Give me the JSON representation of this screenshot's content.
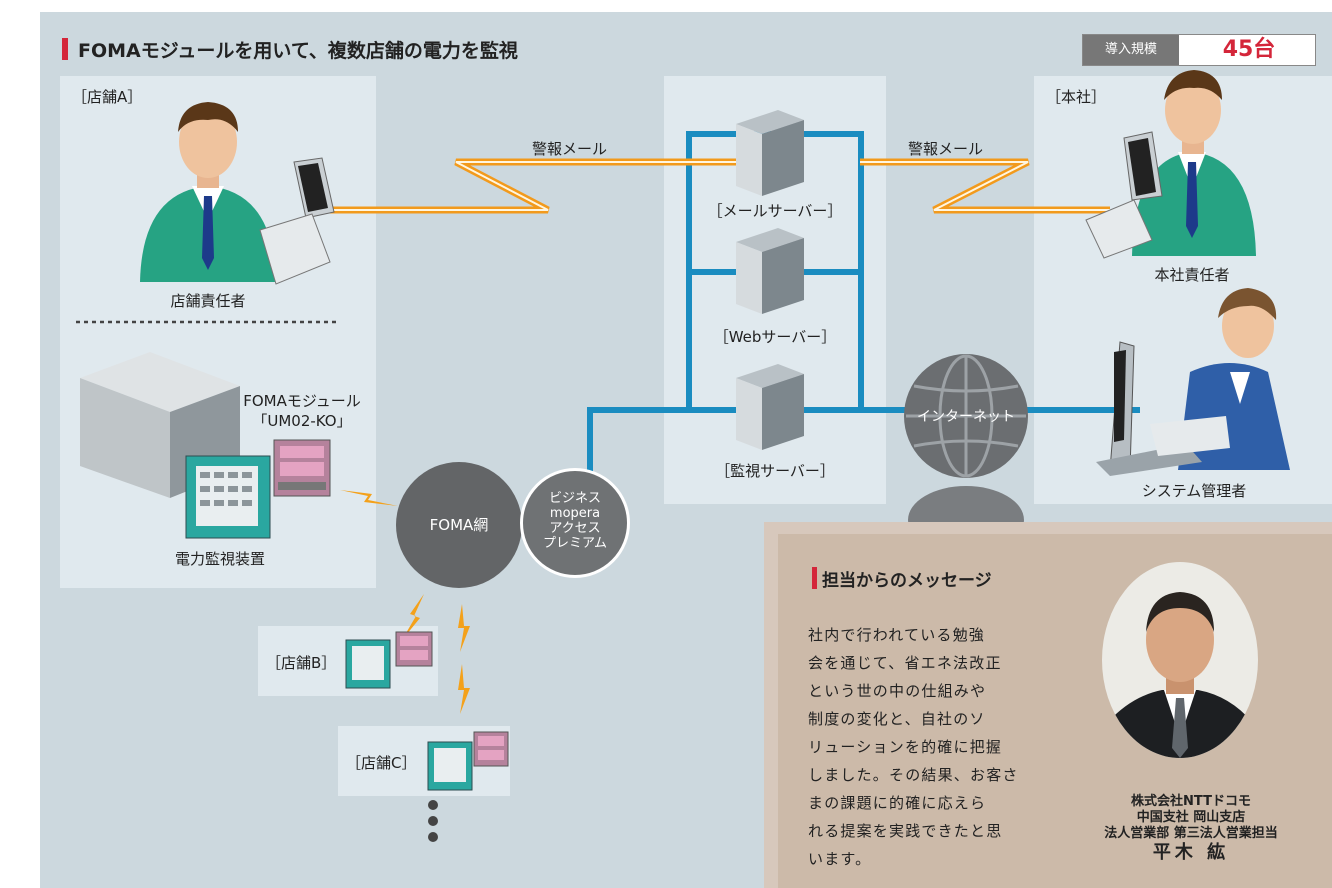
{
  "header": {
    "title": "FOMAモジュールを用いて、複数店舗の電力を監視",
    "scale_label": "導入規模",
    "scale_value": "45台"
  },
  "diagram": {
    "store_a": "［店舗A］",
    "store_manager": "店舗責任者",
    "foma_module_line1": "FOMAモジュール",
    "foma_module_line2": "「UM02-KO」",
    "power_device": "電力監視装置",
    "foma_network": "FOMA網",
    "business_access": [
      "ビジネス",
      "mopera",
      "アクセス",
      "プレミアム"
    ],
    "store_b": "［店舗B］",
    "store_c": "［店舗C］",
    "alert_mail_left": "警報メール",
    "alert_mail_right": "警報メール",
    "mail_server": "［メールサーバー］",
    "web_server": "［Webサーバー］",
    "monitor_server": "［監視サーバー］",
    "internet": "インターネット",
    "headquarters": "［本社］",
    "hq_manager": "本社責任者",
    "sys_admin": "システム管理者",
    "colors": {
      "accent_red": "#d4263a",
      "cable_blue": "#1a8cc0",
      "mail_orange": "#f29a1c",
      "suit_green": "#26a383"
    }
  },
  "message": {
    "title": "担当からのメッセージ",
    "lines": [
      "社内で行われている勉強",
      "会を通じて、省エネ法改正",
      "という世の中の仕組みや",
      "制度の変化と、自社のソ",
      "リューションを的確に把握",
      "しました。その結果、お客さ",
      "まの課題に的確に応えら",
      "れる提案を実践できたと思",
      "います。"
    ],
    "company": "株式会社NTTドコモ",
    "branch": "中国支社 岡山支店",
    "department": "法人営業部 第三法人営業担当",
    "name": "平木 紘"
  }
}
